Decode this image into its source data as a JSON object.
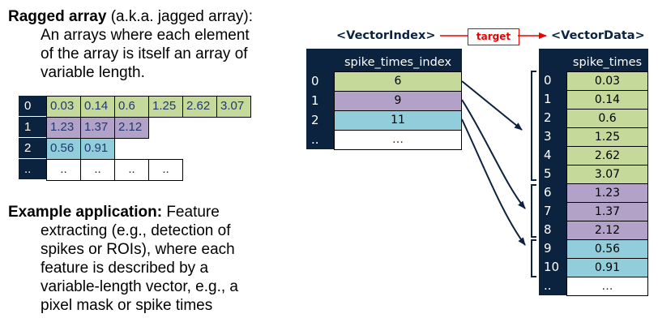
{
  "ragged": {
    "title": "Ragged array",
    "title_rest": " (a.k.a. jagged array):",
    "desc_lines": [
      "An arrays where each element",
      "of the array is itself an array of",
      "variable length."
    ],
    "rows": [
      {
        "index": "0",
        "color": "green",
        "values": [
          "0.03",
          "0.14",
          "0.6",
          "1.25",
          "2.62",
          "3.07"
        ]
      },
      {
        "index": "1",
        "color": "purple",
        "values": [
          "1.23",
          "1.37",
          "2.12"
        ]
      },
      {
        "index": "2",
        "color": "blue",
        "values": [
          "0.56",
          "0.91"
        ]
      },
      {
        "index": "..",
        "color": "white",
        "values": [
          "..",
          "..",
          "..",
          ".."
        ]
      }
    ]
  },
  "example": {
    "title": "Example application:",
    "title_rest": " Feature",
    "lines": [
      "extracting (e.g., detection of",
      "spikes or ROIs), where each",
      "feature is described by a",
      "variable-length vector, e.g., a",
      "pixel mask or spike times"
    ]
  },
  "index_table": {
    "tag": "<VectorIndex>",
    "header": "spike_times_index",
    "rows": [
      {
        "index": "0",
        "value": "6",
        "color": "green"
      },
      {
        "index": "1",
        "value": "9",
        "color": "purple"
      },
      {
        "index": "2",
        "value": "11",
        "color": "blue"
      },
      {
        "index": "..",
        "value": "…",
        "color": "white"
      }
    ]
  },
  "target_label": "target",
  "data_table": {
    "tag": "<VectorData>",
    "header": "spike_times",
    "rows": [
      {
        "index": "0",
        "value": "0.03",
        "color": "green"
      },
      {
        "index": "1",
        "value": "0.14",
        "color": "green"
      },
      {
        "index": "2",
        "value": "0.6",
        "color": "green"
      },
      {
        "index": "3",
        "value": "1.25",
        "color": "green"
      },
      {
        "index": "4",
        "value": "2.62",
        "color": "green"
      },
      {
        "index": "5",
        "value": "3.07",
        "color": "green"
      },
      {
        "index": "6",
        "value": "1.23",
        "color": "purple"
      },
      {
        "index": "7",
        "value": "1.37",
        "color": "purple"
      },
      {
        "index": "8",
        "value": "2.12",
        "color": "purple"
      },
      {
        "index": "9",
        "value": "0.56",
        "color": "blue"
      },
      {
        "index": "10",
        "value": "0.91",
        "color": "blue"
      },
      {
        "index": "..",
        "value": "…",
        "color": "white"
      }
    ]
  },
  "colors": {
    "navy": "#0c2340",
    "green": "#c5d99b",
    "purple": "#b3a2c7",
    "blue": "#92cddc",
    "target_red": "#ee0000"
  }
}
